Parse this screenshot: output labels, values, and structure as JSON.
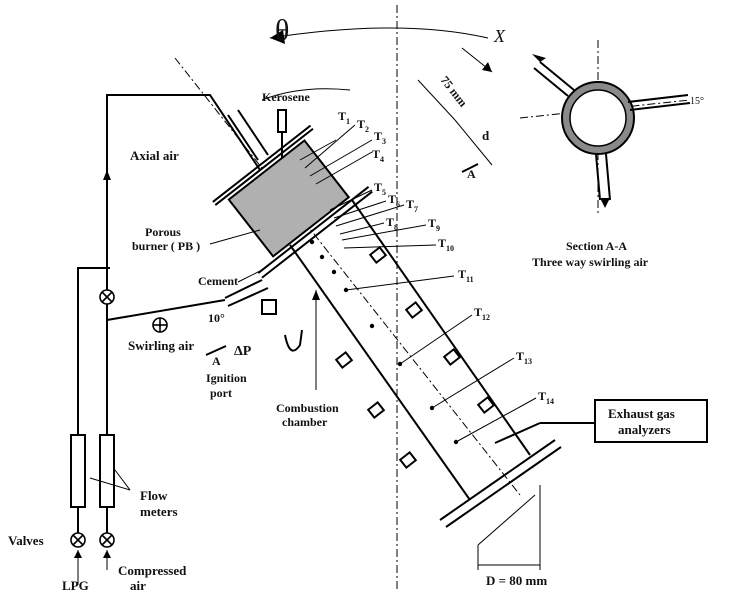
{
  "labels": {
    "theta": "θ",
    "x_axis": "X",
    "kerosene": "Kerosene",
    "axial_air": "Axial air",
    "porous_burner_1": "Porous",
    "porous_burner_2": "burner ( PB )",
    "cement": "Cement",
    "angle_10": "10°",
    "swirling_air": "Swirling air",
    "section_a_left": "A",
    "delta_p": "ΔP",
    "ignition_1": "Ignition",
    "ignition_2": "port",
    "combustion_1": "Combustion",
    "combustion_2": "chamber",
    "flow_meters_1": "Flow",
    "flow_meters_2": "meters",
    "valves": "Valves",
    "lpg": "LPG",
    "compressed_air_1": "Compressed",
    "compressed_air_2": "air",
    "exhaust_1": "Exhaust gas",
    "exhaust_2": "analyzers",
    "dim_75mm": "75 mm",
    "dim_d": "d",
    "section_a_right": "A",
    "section_title": "Section A-A",
    "section_subtitle": "Three way swirling air",
    "angle_15": "15°",
    "diameter": "D = 80 mm"
  },
  "thermocouples": [
    {
      "main": "T",
      "sub": "1"
    },
    {
      "main": "T",
      "sub": "2"
    },
    {
      "main": "T",
      "sub": "3"
    },
    {
      "main": "T",
      "sub": "4"
    },
    {
      "main": "T",
      "sub": "5"
    },
    {
      "main": "T",
      "sub": "6"
    },
    {
      "main": "T",
      "sub": "7"
    },
    {
      "main": "T",
      "sub": "8"
    },
    {
      "main": "T",
      "sub": "9"
    },
    {
      "main": "T",
      "sub": "10"
    },
    {
      "main": "T",
      "sub": "11"
    },
    {
      "main": "T",
      "sub": "12"
    },
    {
      "main": "T",
      "sub": "13"
    },
    {
      "main": "T",
      "sub": "14"
    }
  ],
  "colors": {
    "line": "#000000",
    "porous_fill": "#b0b0b0",
    "ring_fill": "#8a8a8a"
  }
}
